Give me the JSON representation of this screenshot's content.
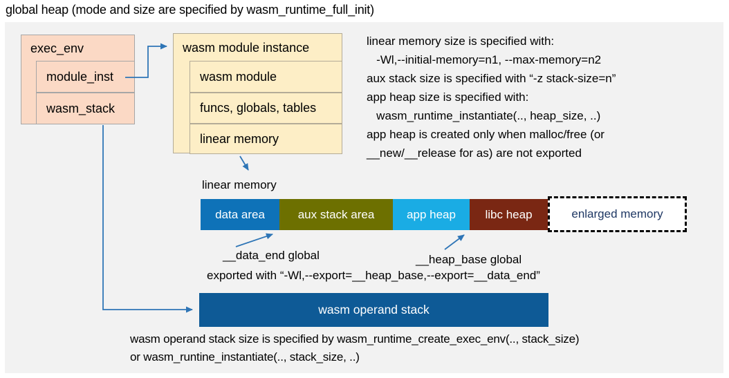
{
  "title": "global heap (mode and size are specified by wasm_runtime_full_init)",
  "exec_env_box": {
    "title": "exec_env",
    "rows": [
      "module_inst",
      "wasm_stack"
    ]
  },
  "module_instance_box": {
    "title": "wasm module instance",
    "rows": [
      "wasm module",
      "funcs, globals, tables",
      "linear memory"
    ]
  },
  "notes_right": {
    "lines": [
      "linear memory size is specified with:",
      "   -Wl,--initial-memory=n1, --max-memory=n2",
      "aux stack size is specified with “-z stack-size=n”",
      "app heap size is specified with:",
      "   wasm_runtime_instantiate(.., heap_size, ..)",
      "app heap is created only when malloc/free (or",
      "__new/__release for as) are not exported"
    ]
  },
  "linear_memory": {
    "label": "linear memory",
    "segments": [
      {
        "label": "data area",
        "color": "#0e72b8",
        "text_color": "#ffffff"
      },
      {
        "label": "aux stack area",
        "color": "#6d7000",
        "text_color": "#ffffff"
      },
      {
        "label": "app heap",
        "color": "#1aace4",
        "text_color": "#ffffff"
      },
      {
        "label": "libc heap",
        "color": "#7a2713",
        "text_color": "#ffffff"
      },
      {
        "label": "enlarged memory",
        "color": "#ffffff",
        "text_color": "#1f3864"
      }
    ],
    "annotations": {
      "data_end_label": "__data_end global",
      "heap_base_label": "__heap_base global",
      "export_note": "exported with “-Wl,--export=__heap_base,--export=__data_end”"
    }
  },
  "operand_stack": {
    "label": "wasm operand stack",
    "note_line_1": "wasm operand stack size is specified by wasm_runtime_create_exec_env(.., stack_size)",
    "note_line_2": "or wasm_runtine_instantiate(.., stack_size, ..)"
  },
  "colors": {
    "panel_bg": "#f2f2f2",
    "box_fill_salmon": "#fbd9c5",
    "box_fill_wheat": "#fdeec6",
    "box_border_gray": "#a6a6a6",
    "arrow_blue": "#2e75b6",
    "operand_stack_blue": "#0e5a96",
    "enlarged_memory_text": "#1f3864"
  }
}
